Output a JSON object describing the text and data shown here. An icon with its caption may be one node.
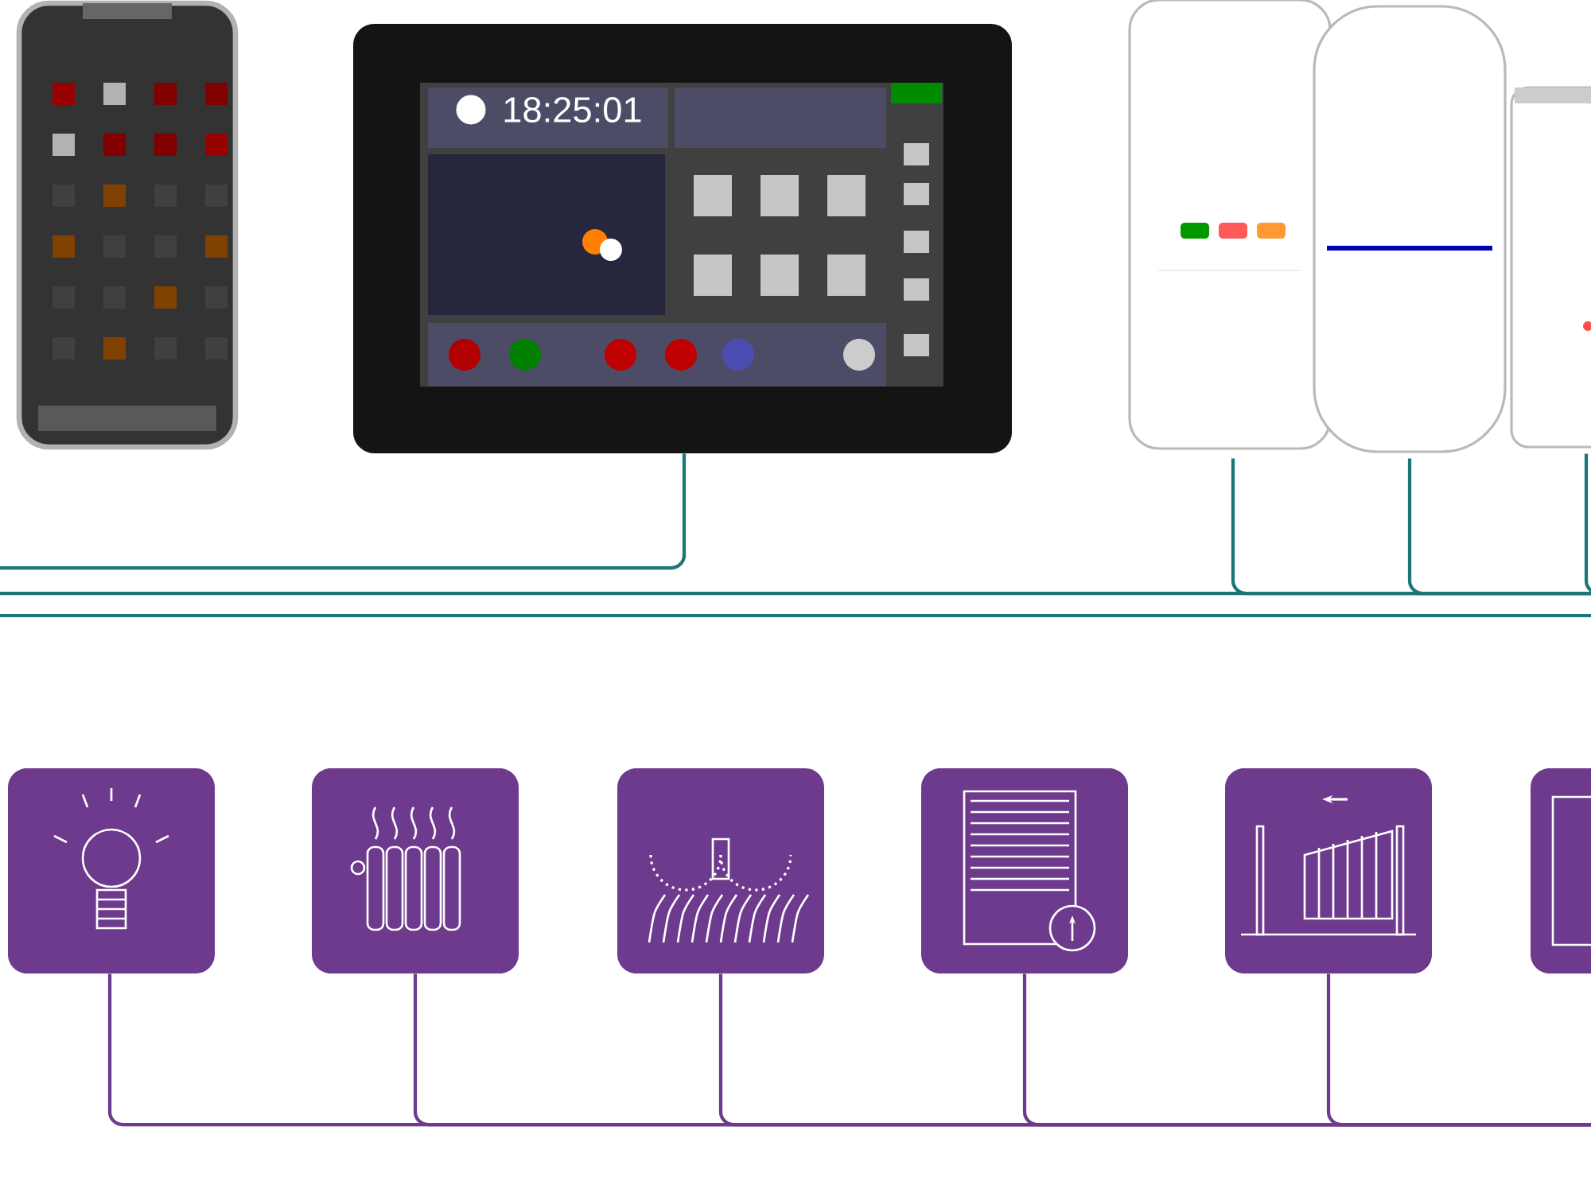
{
  "diagram": {
    "nodes": [
      {
        "text": [],
        "shape": "picture"
      },
      {
        "text": [
          "18:25:01"
        ]
      },
      {
        "text": [],
        "shape": "picture"
      },
      {
        "text": [],
        "shape": "picture"
      },
      {
        "text": [],
        "shape": "picture"
      },
      {
        "text": [],
        "shape": "box"
      },
      {
        "text": [],
        "shape": "box"
      },
      {
        "text": [],
        "shape": "box"
      },
      {
        "text": [],
        "shape": "box"
      },
      {
        "text": [],
        "shape": "box"
      },
      {
        "text": [],
        "shape": "box"
      }
    ],
    "edges": [
      {
        "from": 1,
        "to": null,
        "arrow": "none",
        "color": "#1b7677"
      },
      {
        "from": 2,
        "to": null,
        "arrow": "none",
        "color": "#1b7677"
      },
      {
        "from": 3,
        "to": null,
        "arrow": "none",
        "color": "#1b7677"
      },
      {
        "from": 4,
        "to": null,
        "arrow": "none",
        "color": "#1b7677"
      },
      {
        "from": 5,
        "to": null,
        "arrow": "none"
      },
      {
        "from": 6,
        "to": null,
        "arrow": "none"
      },
      {
        "from": 7,
        "to": null,
        "arrow": "none"
      },
      {
        "from": 8,
        "to": null,
        "arrow": "none"
      },
      {
        "from": 9,
        "to": null,
        "arrow": "none"
      }
    ]
  }
}
